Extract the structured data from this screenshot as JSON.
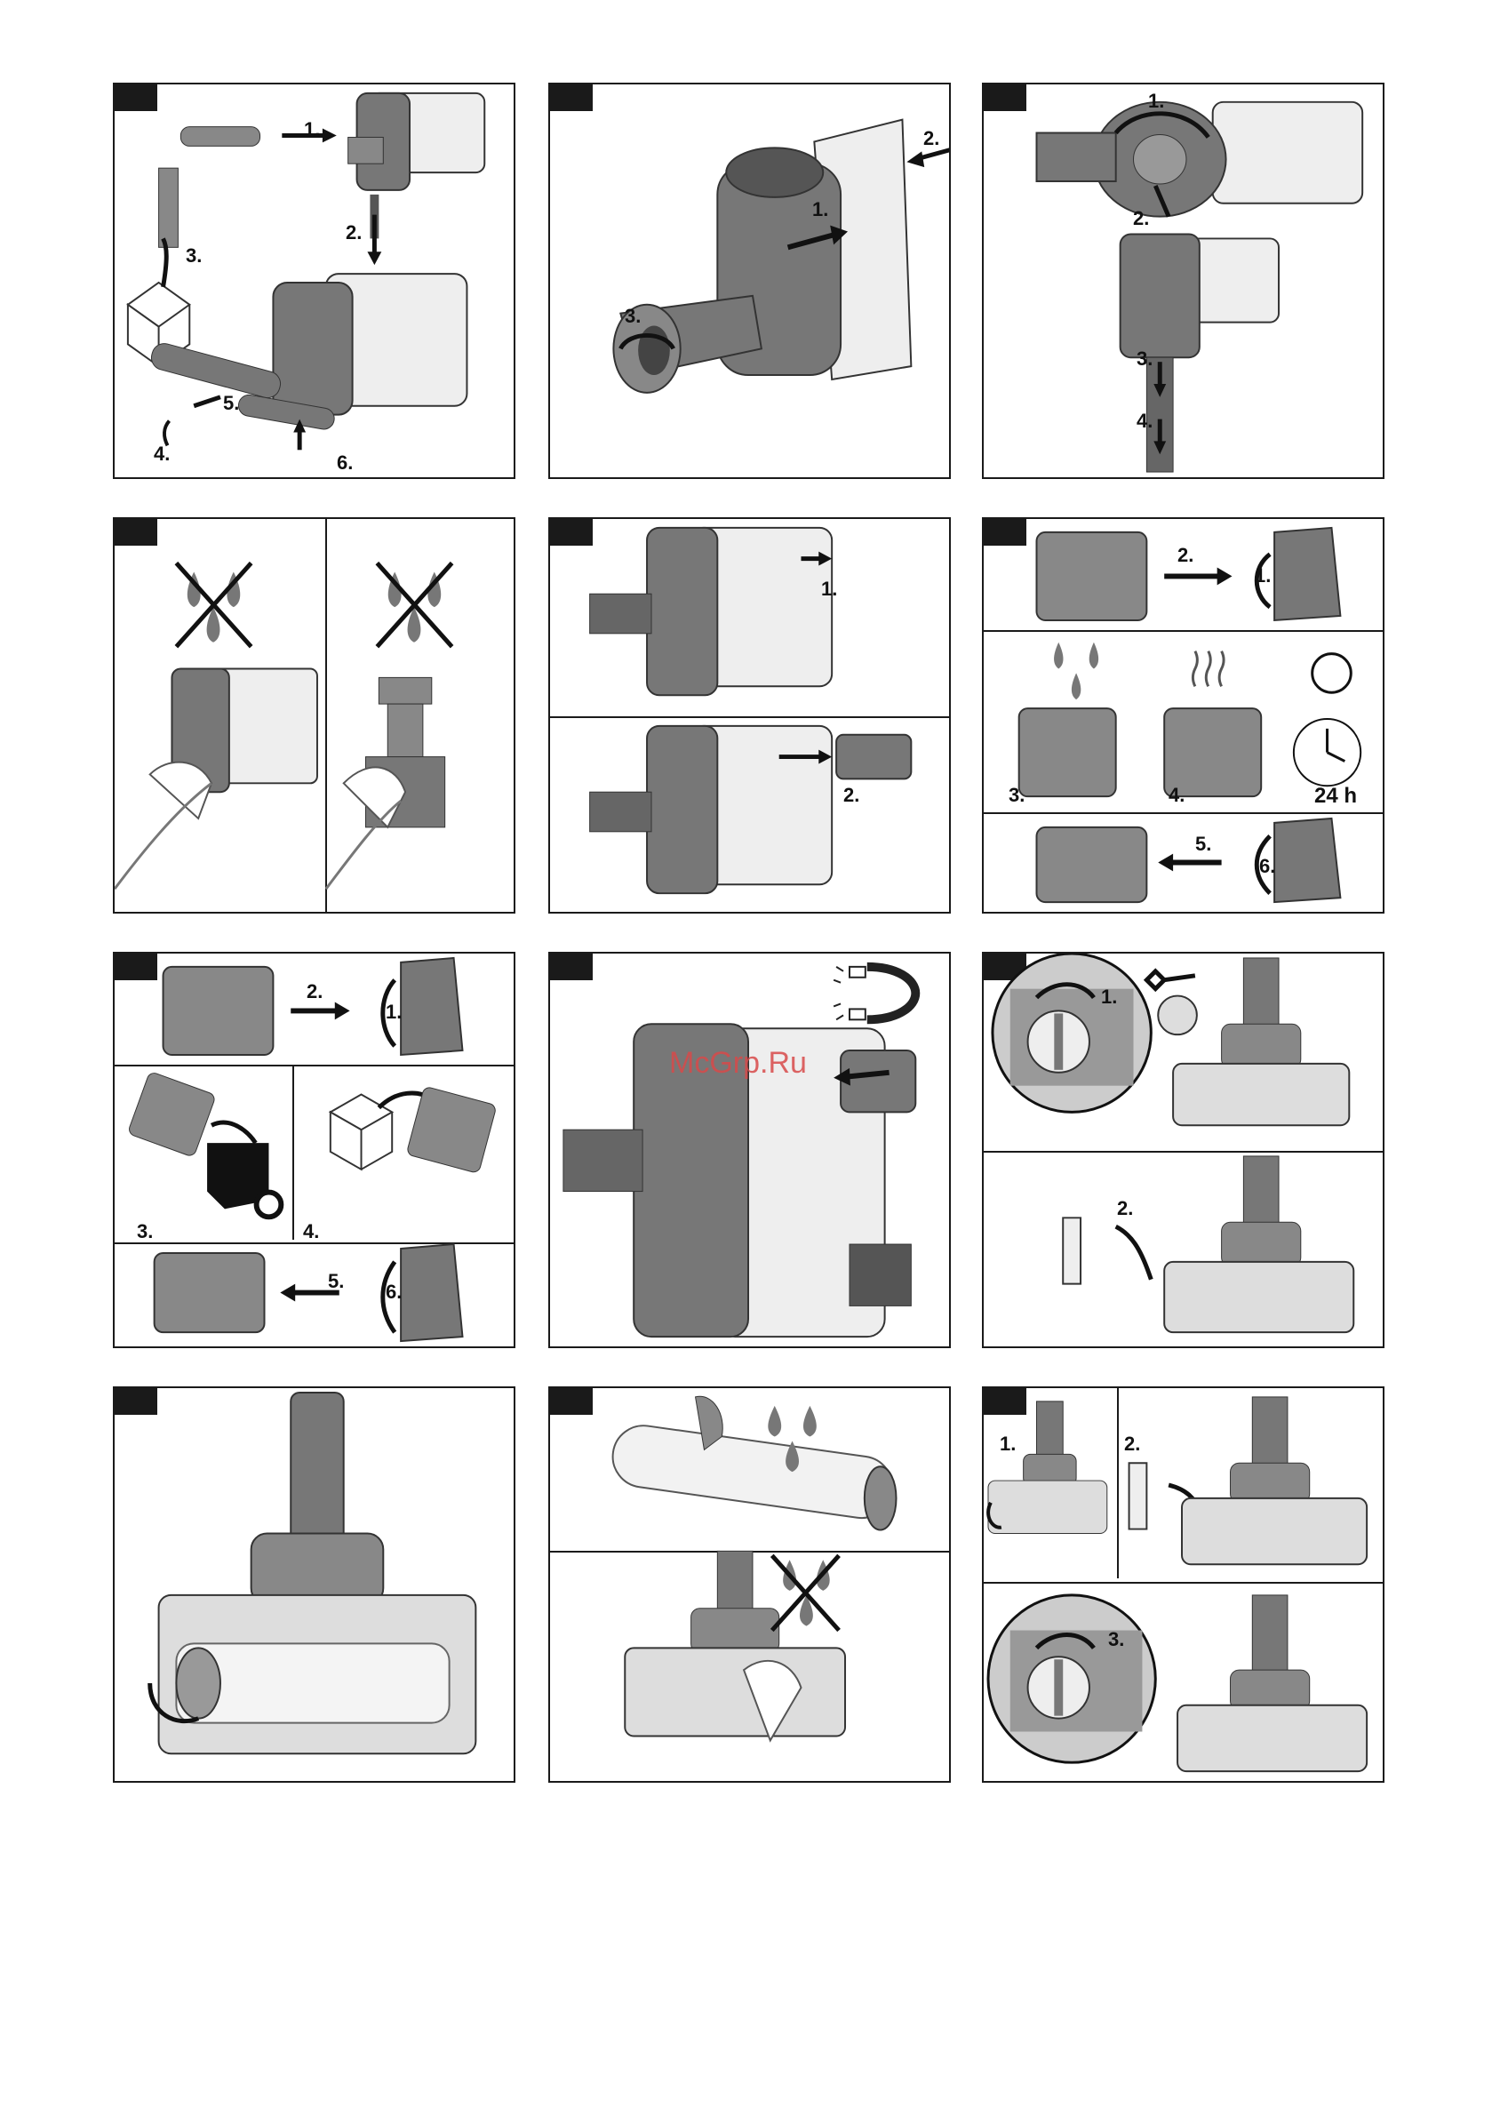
{
  "watermark": "McGrp.Ru",
  "panels": [
    {
      "steps": [
        "1.",
        "2.",
        "3.",
        "4.",
        "5.",
        "6."
      ]
    },
    {
      "steps": [
        "1.",
        "2.",
        "3."
      ]
    },
    {
      "steps": [
        "1.",
        "2.",
        "3.",
        "4."
      ]
    },
    {
      "steps": []
    },
    {
      "steps": [
        "1.",
        "2."
      ]
    },
    {
      "steps": [
        "1.",
        "2.",
        "3.",
        "4.",
        "5.",
        "6."
      ],
      "duration": "24 h"
    },
    {
      "steps": [
        "1.",
        "2.",
        "3.",
        "4.",
        "5.",
        "6."
      ]
    },
    {
      "steps": []
    },
    {
      "steps": [
        "1.",
        "2."
      ]
    },
    {
      "steps": []
    },
    {
      "steps": []
    },
    {
      "steps": [
        "1.",
        "2.",
        "3."
      ]
    }
  ],
  "colors": {
    "frame": "#1a1a1a",
    "device_dark": "#707070",
    "device_light": "#e6e6e6",
    "accent_red": "#d84a4a"
  },
  "icons": [
    "vacuum-handheld",
    "no-water-drops",
    "filter-cylinder",
    "magnet",
    "wrench",
    "coin",
    "box",
    "trash-bin",
    "sun",
    "clock",
    "hand-cloth",
    "brush-roll",
    "floor-nozzle"
  ]
}
